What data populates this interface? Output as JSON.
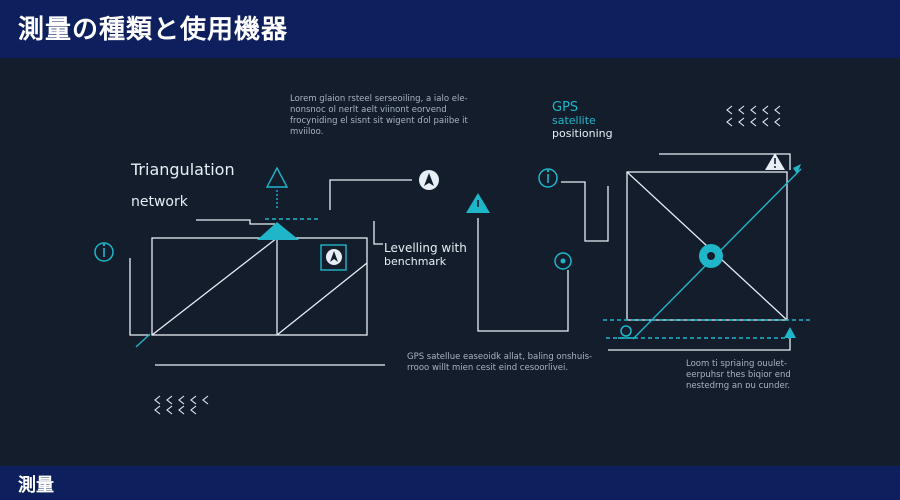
{
  "header": {
    "title": "測量の種類と使用機器"
  },
  "footer": {
    "label": "測量"
  },
  "diagram": {
    "triangulation_title_line1": "Triangulation",
    "triangulation_title_line2": "network",
    "top_caption": [
      "Lorem ɡlaion rsteel serseoiling, a ialo ele-",
      "nonsnoc ol nerlt aelt viinont eorvend",
      "frocyniding el sisnt sit wigent ɗol paiibe it",
      "mviiloo."
    ],
    "leveling_label_line1": "Levelling with",
    "leveling_label_line2": "benchmark",
    "gps_title_line1": "GPS",
    "gps_title_line2": "satellite",
    "gps_title_line3": "positioning",
    "bottom_caption": [
      "GPS satellue easeoidk allat, baling onshuis-",
      "rrooo willt mien cesit eind cesoorlivei."
    ],
    "right_caption": [
      "Loom ti spriaing ouulet-",
      "eerpuhsr thes biqior end",
      "nestedrng an ɒu cunder."
    ]
  },
  "colors": {
    "accent": "#1fb6c9",
    "line": "#e8eef5",
    "header": "#0d1f5c",
    "background": "#141d2c"
  },
  "icons": [
    "info-icon",
    "warning-icon",
    "navigation-icon",
    "target-icon",
    "location-pin-icon",
    "chevron-pattern-icon"
  ]
}
